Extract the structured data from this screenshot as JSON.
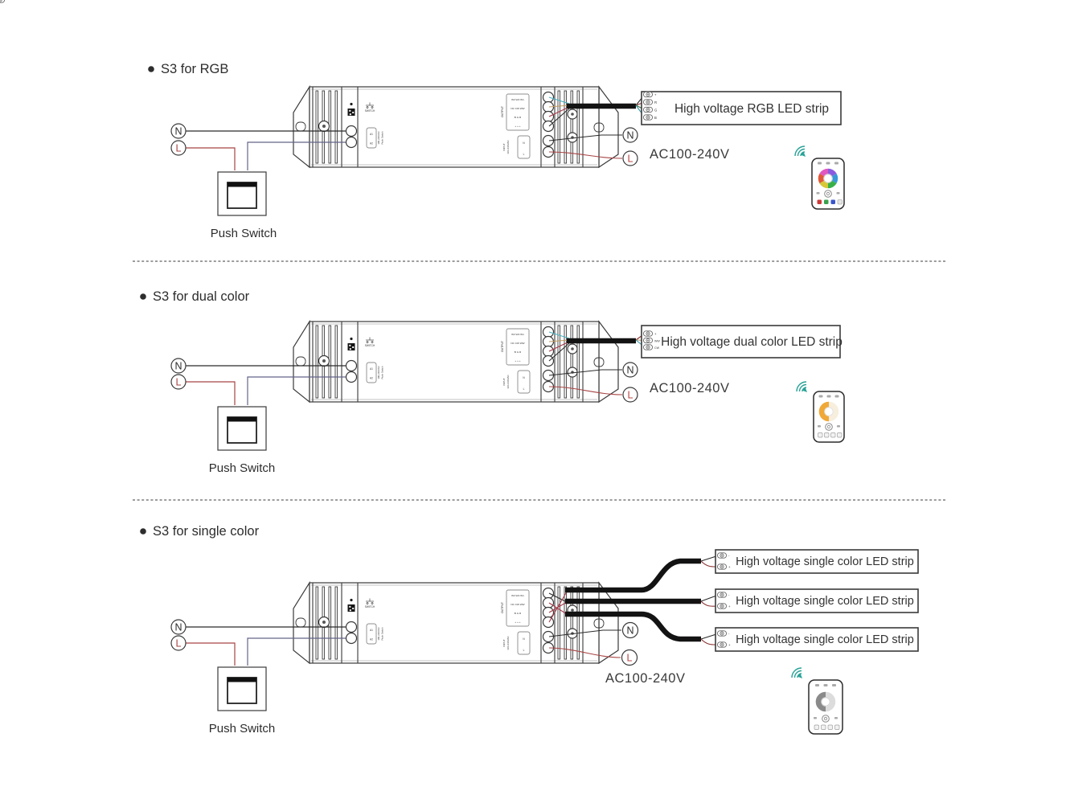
{
  "colors": {
    "line": "#3a3a3a",
    "neutral_wire": "#2b2b2b",
    "live_wire": "#a84444",
    "switch_wire": "#63638a",
    "cable": "#131313",
    "wifi": "#2aa398"
  },
  "sections": [
    {
      "title": "S3 for RGB",
      "neutral_label": "N",
      "live_label": "L",
      "push_switch_label": "Push Switch",
      "ac_label": "AC100-240V",
      "strip": {
        "label": "High voltage RGB LED strip",
        "terminals": [
          "+",
          "R",
          "G",
          "B"
        ]
      },
      "remote_icon": "rgb-color-wheel-remote"
    },
    {
      "title": "S3 for dual color",
      "neutral_label": "N",
      "live_label": "L",
      "push_switch_label": "Push Switch",
      "ac_label": "AC100-240V",
      "strip": {
        "label": "High voltage dual color LED strip",
        "terminals": [
          "+",
          "WW",
          "CW"
        ]
      },
      "remote_icon": "color-temperature-remote"
    },
    {
      "title": "S3 for single color",
      "neutral_label": "N",
      "live_label": "L",
      "push_switch_label": "Push Switch",
      "ac_label": "AC100-240V",
      "strips": [
        {
          "label": "High voltage single color LED strip",
          "terminals": [
            "-",
            "+"
          ]
        },
        {
          "label": "High voltage single color LED strip",
          "terminals": [
            "-",
            "+"
          ]
        },
        {
          "label": "High voltage single color LED strip",
          "terminals": [
            "-",
            "+"
          ]
        }
      ],
      "remote_icon": "dimming-remote"
    }
  ],
  "controller": {
    "switch_label": "SWITCH",
    "push_terminals": [
      "A1",
      "A2"
    ],
    "push_note": [
      "100-240VAC",
      "Push Switch"
    ],
    "output": {
      "label": "OUTPUT",
      "grid": [
        "W3 W2 W1",
        "NC CW WW",
        "B G R",
        "+ + +"
      ]
    },
    "input": {
      "label_lines": [
        "INPUT",
        "100-240VAC"
      ],
      "terminals": [
        "N",
        "L"
      ]
    }
  }
}
